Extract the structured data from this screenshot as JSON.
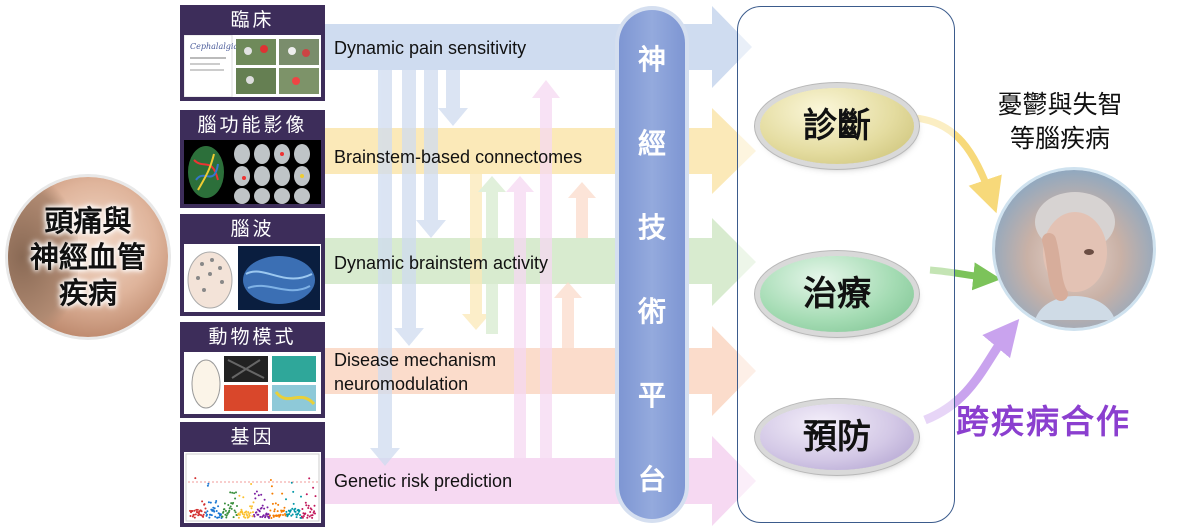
{
  "left_topic": {
    "lines": [
      "頭痛與",
      "神經血管",
      "疾病"
    ]
  },
  "panels": [
    {
      "title": "臨床",
      "journal_name": "Cephalalgia"
    },
    {
      "title": "腦功能影像"
    },
    {
      "title": "腦波"
    },
    {
      "title": "動物模式"
    },
    {
      "title": "基因"
    }
  ],
  "rows": [
    {
      "label": "Dynamic pain sensitivity",
      "color": "#cfdcf0"
    },
    {
      "label": "Brainstem-based connectomes",
      "color": "#fbe9b8"
    },
    {
      "label": "Dynamic brainstem activity",
      "color": "#d8ebcf"
    },
    {
      "label_lines": [
        "Disease mechanism",
        "neuromodulation"
      ],
      "color": "#fbdccb"
    },
    {
      "label": "Genetic risk prediction",
      "color": "#f6d9f2"
    }
  ],
  "platform": {
    "chars": [
      "神",
      "經",
      "技",
      "術",
      "平",
      "台"
    ]
  },
  "outcomes": {
    "diagnosis": "診斷",
    "treatment": "治療",
    "prevention": "預防"
  },
  "right": {
    "title_lines": [
      "憂鬱與失智",
      "等腦疾病"
    ],
    "cross_disease": "跨疾病合作"
  },
  "colors": {
    "panel_bg": "#3d2d5a",
    "platform": "#8aa0d8",
    "accent_purple": "#8b3fcf",
    "arrow_yellow": "#f7d97a",
    "arrow_green": "#7cc35a",
    "arrow_purple": "#c9a3ee"
  }
}
